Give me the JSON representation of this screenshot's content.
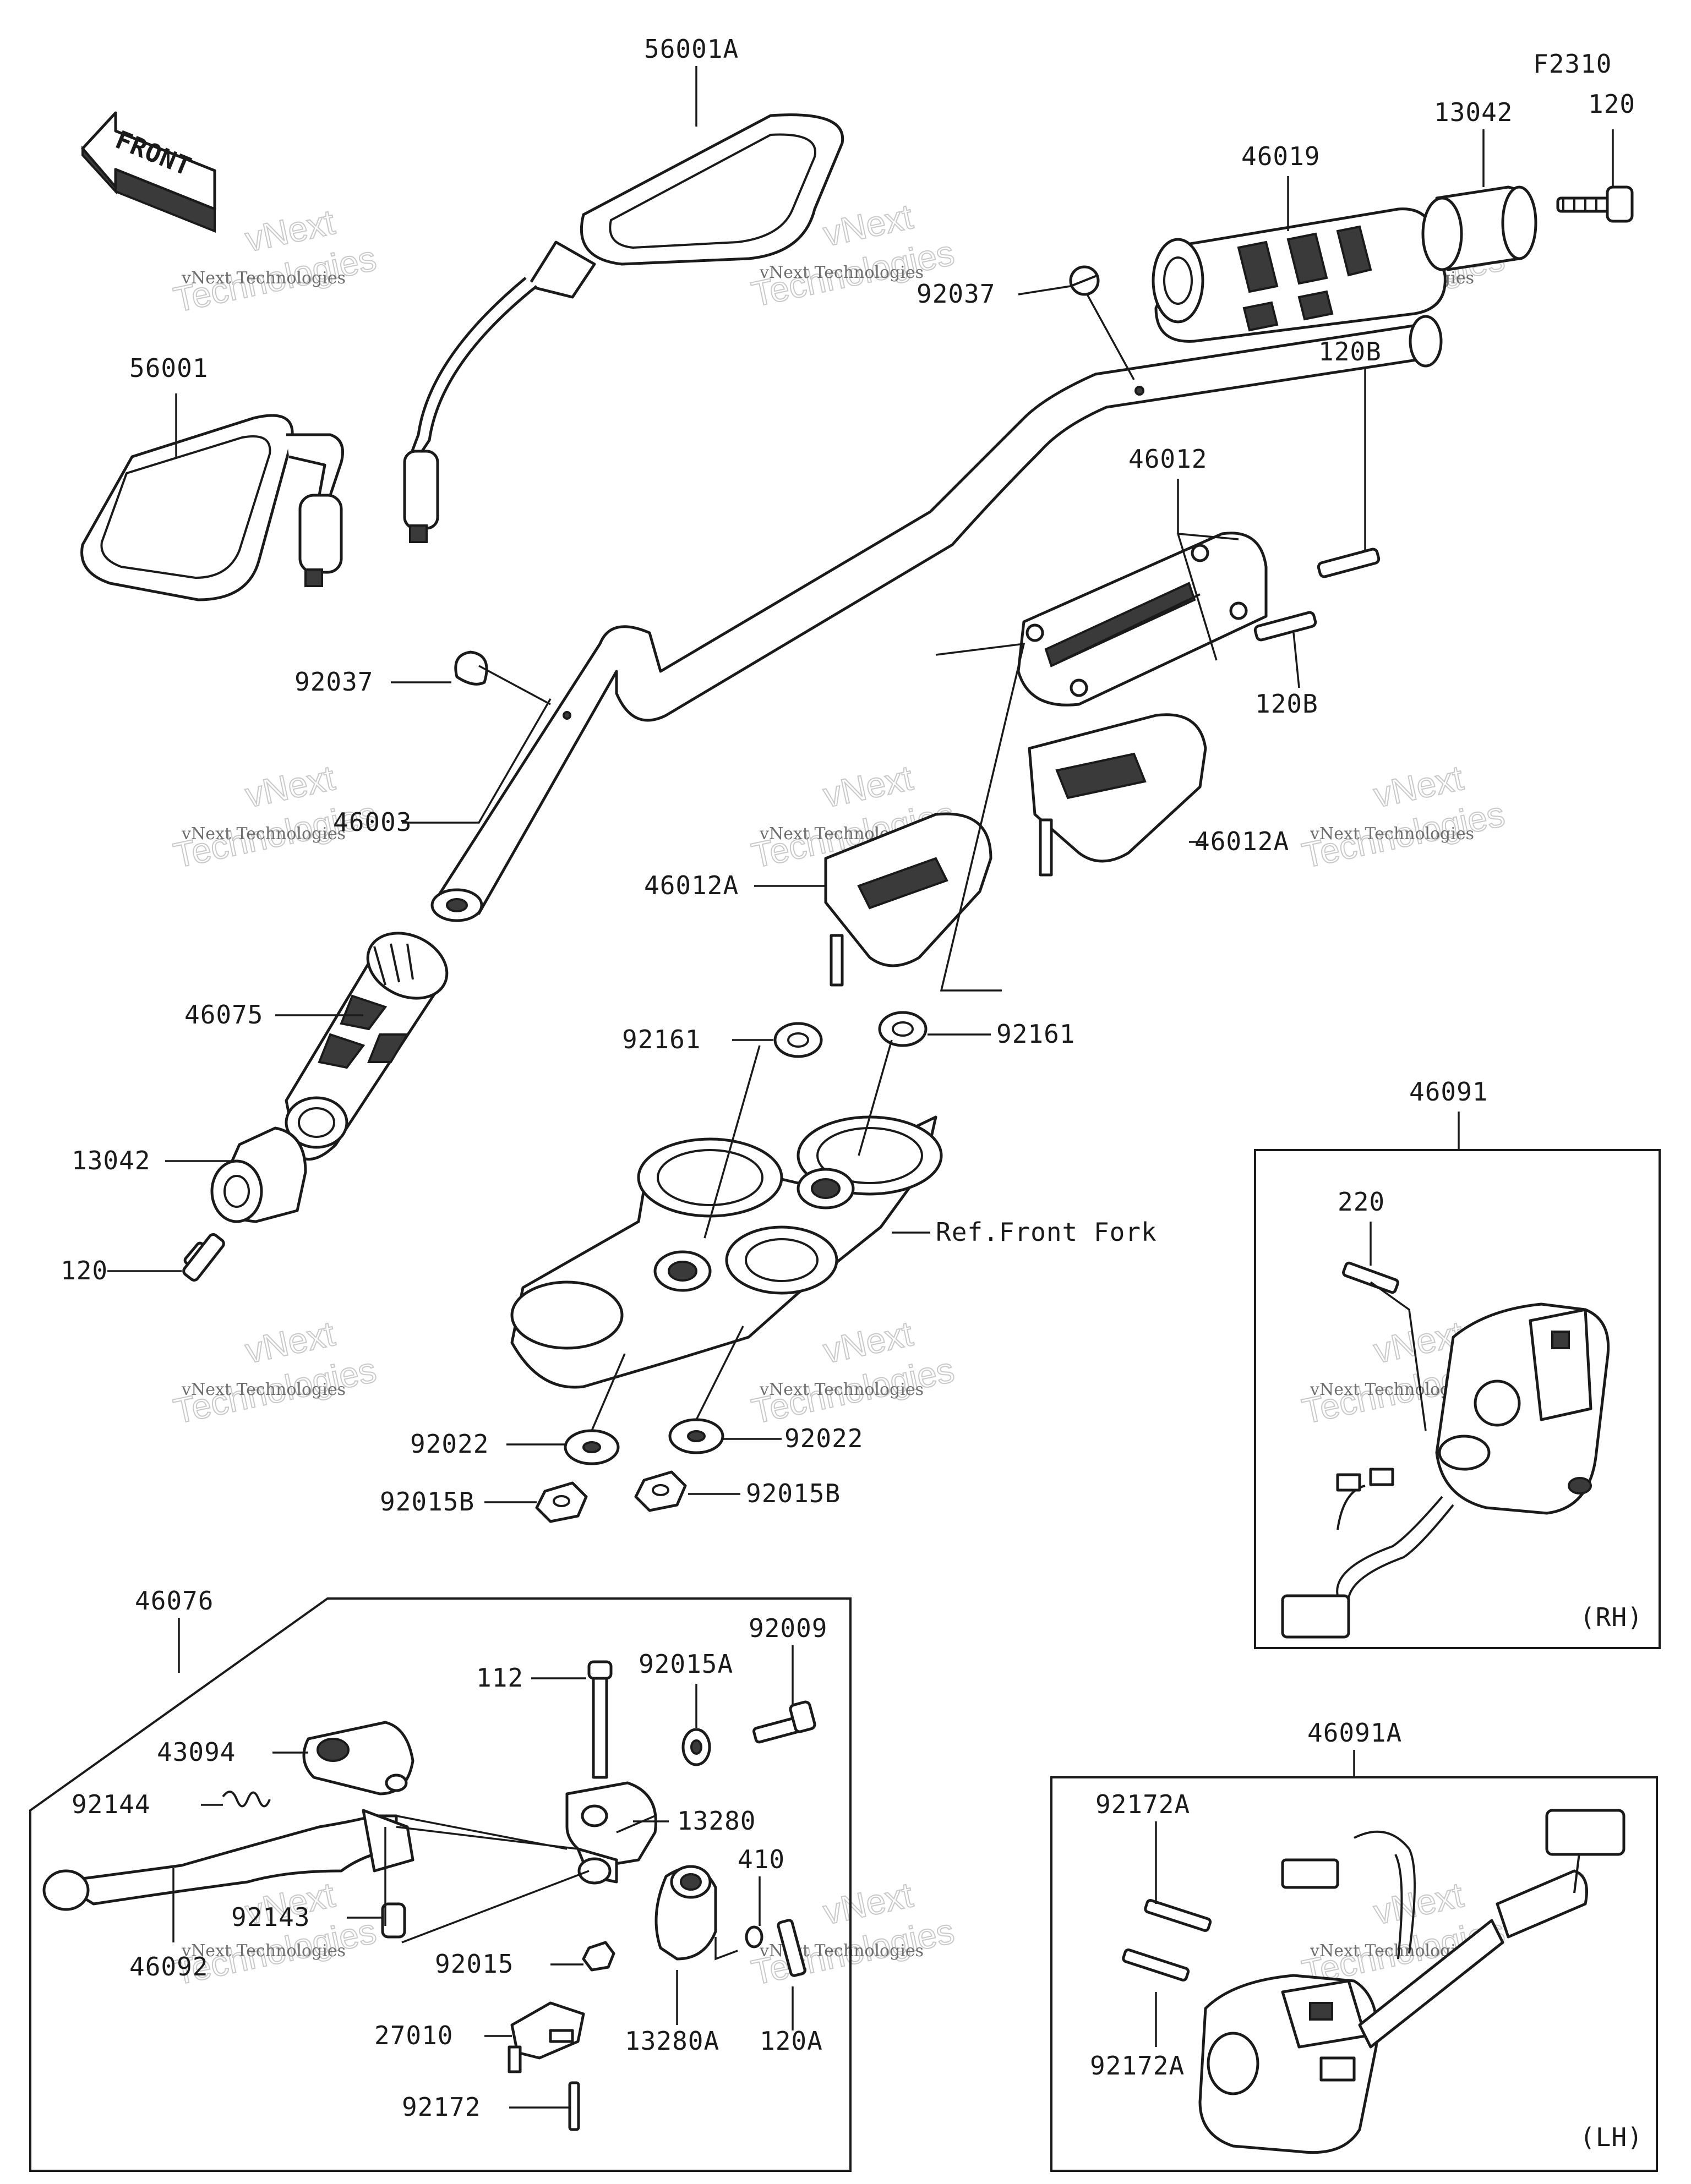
{
  "figure_code": "F2310",
  "front_label": "FRONT",
  "callouts": [
    {
      "key": "c01",
      "text": "56001A"
    },
    {
      "key": "c02",
      "text": "120"
    },
    {
      "key": "c03",
      "text": "13042"
    },
    {
      "key": "c04",
      "text": "46019"
    },
    {
      "key": "c05",
      "text": "92037"
    },
    {
      "key": "c06",
      "text": "56001"
    },
    {
      "key": "c07",
      "text": "46012"
    },
    {
      "key": "c08",
      "text": "120B"
    },
    {
      "key": "c09",
      "text": "120B"
    },
    {
      "key": "c10",
      "text": "92037"
    },
    {
      "key": "c11",
      "text": "46003"
    },
    {
      "key": "c12",
      "text": "46012A"
    },
    {
      "key": "c13",
      "text": "46012A"
    },
    {
      "key": "c14",
      "text": "46075"
    },
    {
      "key": "c15",
      "text": "92161"
    },
    {
      "key": "c16",
      "text": "92161"
    },
    {
      "key": "c17",
      "text": "46091"
    },
    {
      "key": "c18",
      "text": "13042"
    },
    {
      "key": "c19",
      "text": "Ref.Front Fork"
    },
    {
      "key": "c20",
      "text": "220"
    },
    {
      "key": "c21",
      "text": "120"
    },
    {
      "key": "c22",
      "text": "92022"
    },
    {
      "key": "c23",
      "text": "92022"
    },
    {
      "key": "c24",
      "text": "92015B"
    },
    {
      "key": "c25",
      "text": "92015B"
    },
    {
      "key": "c26",
      "text": "(RH)"
    },
    {
      "key": "c27",
      "text": "46076"
    },
    {
      "key": "c28",
      "text": "92009"
    },
    {
      "key": "c29",
      "text": "112"
    },
    {
      "key": "c30",
      "text": "92015A"
    },
    {
      "key": "c31",
      "text": "46091A"
    },
    {
      "key": "c32",
      "text": "43094"
    },
    {
      "key": "c33",
      "text": "92144"
    },
    {
      "key": "c34",
      "text": "13280"
    },
    {
      "key": "c35",
      "text": "92172A"
    },
    {
      "key": "c36",
      "text": "410"
    },
    {
      "key": "c37",
      "text": "92143"
    },
    {
      "key": "c38",
      "text": "46092"
    },
    {
      "key": "c39",
      "text": "92015"
    },
    {
      "key": "c40",
      "text": "13280A"
    },
    {
      "key": "c41",
      "text": "92172A"
    },
    {
      "key": "c42",
      "text": "27010"
    },
    {
      "key": "c43",
      "text": "120A"
    },
    {
      "key": "c44",
      "text": "92172"
    },
    {
      "key": "c45",
      "text": "(LH)"
    }
  ],
  "watermark": {
    "line1": "vNext Technologies",
    "line2": "vNext",
    "line3": "Technologies"
  }
}
